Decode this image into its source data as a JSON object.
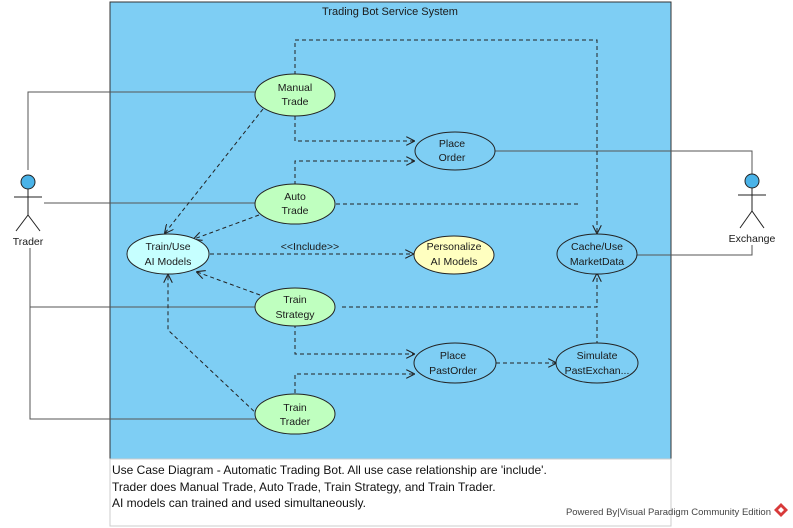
{
  "system": {
    "title": "Trading Bot Service System",
    "background": "#7ecef4",
    "border": "#333333"
  },
  "actors": [
    {
      "id": "trader",
      "label": "Trader",
      "head_color": "#4ab3e8"
    },
    {
      "id": "exchange",
      "label": "Exchange",
      "head_color": "#4ab3e8"
    }
  ],
  "use_cases": [
    {
      "id": "manual",
      "lines": [
        "Manual",
        "Trade"
      ],
      "fill": "#bfffbf"
    },
    {
      "id": "auto",
      "lines": [
        "Auto",
        "Trade"
      ],
      "fill": "#bfffbf"
    },
    {
      "id": "strategy",
      "lines": [
        "Train",
        "Strategy"
      ],
      "fill": "#bfffbf"
    },
    {
      "id": "trainer",
      "lines": [
        "Train",
        "Trader"
      ],
      "fill": "#bfffbf"
    },
    {
      "id": "ai",
      "lines": [
        "Train/Use",
        "AI Models"
      ],
      "fill": "#c6ffff"
    },
    {
      "id": "personalize",
      "lines": [
        "Personalize",
        "AI Models"
      ],
      "fill": "#ffffc0"
    },
    {
      "id": "place_order",
      "lines": [
        "Place",
        "Order"
      ],
      "fill": "#7ecef4"
    },
    {
      "id": "cache",
      "lines": [
        "Cache/Use",
        "MarketData"
      ],
      "fill": "#7ecef4"
    },
    {
      "id": "place_past",
      "lines": [
        "Place",
        "PastOrder"
      ],
      "fill": "#7ecef4"
    },
    {
      "id": "simulate",
      "lines": [
        "Simulate",
        "PastExchan..."
      ],
      "fill": "#7ecef4"
    }
  ],
  "relationships": {
    "include_label": "<<Include>>"
  },
  "note": {
    "lines": [
      "Use Case Diagram - Automatic Trading Bot. All use case relationship are 'include'.",
      "Trader does Manual Trade, Auto Trade, Train Strategy, and Train Trader.",
      "AI models can trained and used simultaneously."
    ]
  },
  "footer": {
    "text": "Powered By|Visual Paradigm Community Edition",
    "logo_color": "#d83a3a"
  }
}
